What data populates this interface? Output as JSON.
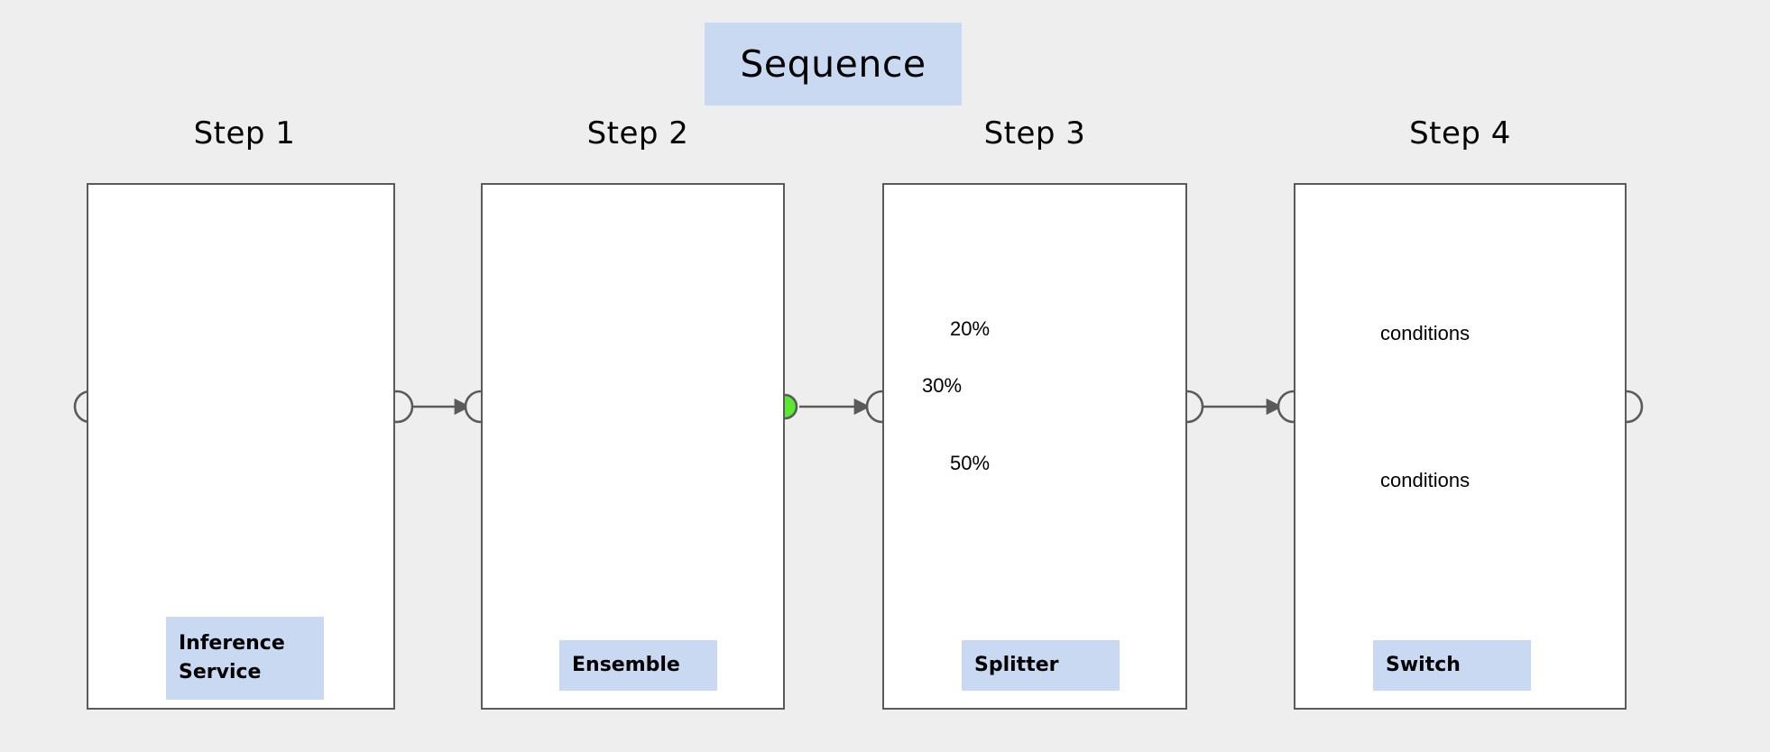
{
  "diagram": {
    "title": "Sequence",
    "background_color": "#eeeeee",
    "badge_color": "#c9d9f2",
    "stroke_color": "#5a5a5a",
    "node_colors": {
      "orange": "#f0992e",
      "pink": "#eccccc",
      "teal": "#a8c4c9",
      "connector": "#efefef",
      "green": "#5ae831"
    },
    "steps": [
      {
        "label": "Step 1",
        "kind": "Inference Service",
        "kind_lines": [
          "Inference",
          "Service"
        ],
        "pattern": "single",
        "nodes": [
          {
            "name": "model-node",
            "color": "pink"
          }
        ],
        "edge_labels": [],
        "edge_style": "solid"
      },
      {
        "label": "Step 2",
        "kind": "Ensemble",
        "kind_lines": [
          "Ensemble"
        ],
        "pattern": "fan-out-fan-in",
        "nodes": [
          {
            "name": "model-node-top",
            "color": "orange"
          },
          {
            "name": "model-node-middle",
            "color": "pink"
          },
          {
            "name": "model-node-bottom",
            "color": "teal"
          }
        ],
        "edge_labels": [],
        "edge_style": "solid",
        "join_node": "green"
      },
      {
        "label": "Step 3",
        "kind": "Splitter",
        "kind_lines": [
          "Splitter"
        ],
        "pattern": "fan-out-fan-in",
        "nodes": [
          {
            "name": "model-node-top",
            "color": "orange"
          },
          {
            "name": "model-node-middle",
            "color": "pink"
          },
          {
            "name": "model-node-bottom",
            "color": "teal"
          }
        ],
        "edge_labels": [
          "20%",
          "30%",
          "50%"
        ],
        "edge_style": "solid",
        "join_node": "connector"
      },
      {
        "label": "Step 4",
        "kind": "Switch",
        "kind_lines": [
          "Switch"
        ],
        "pattern": "fan-out-conditional",
        "nodes": [
          {
            "name": "model-node-top",
            "color": "orange"
          },
          {
            "name": "model-node-middle",
            "color": "pink"
          },
          {
            "name": "model-node-bottom",
            "color": "teal"
          }
        ],
        "edge_labels": [
          "conditions",
          "conditions"
        ],
        "edge_style": "dashed"
      }
    ]
  }
}
